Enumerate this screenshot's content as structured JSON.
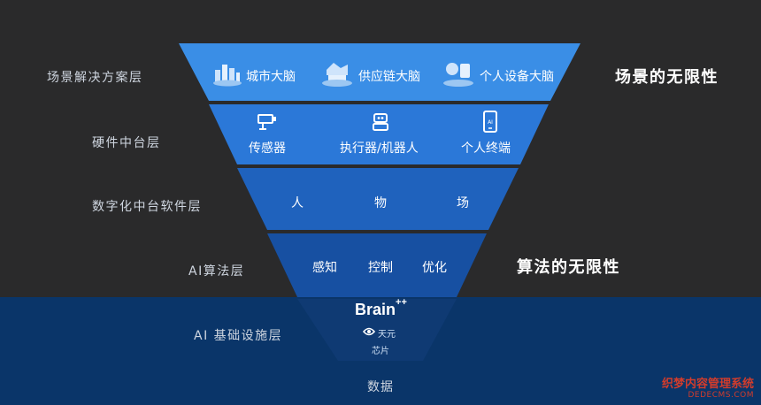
{
  "layers_left": [
    {
      "label": "场景解决方案层"
    },
    {
      "label": "硬件中台层"
    },
    {
      "label": "数字化中台软件层"
    },
    {
      "label": "AI算法层"
    },
    {
      "label": "AI 基础设施层"
    }
  ],
  "right_labels": {
    "scene": "场景的无限性",
    "algo": "算法的无限性"
  },
  "scene_items": [
    "城市大脑",
    "供应链大脑",
    "个人设备大脑"
  ],
  "hardware_items": [
    "传感器",
    "执行器/机器人",
    "个人终端"
  ],
  "software_items": [
    "人",
    "物",
    "场"
  ],
  "algo_items": [
    "感知",
    "控制",
    "优化"
  ],
  "infra": {
    "brand": "Brain",
    "brand_sup": "++",
    "chip_logo": "天元",
    "chip": "芯片"
  },
  "bottom": "数据",
  "colors": {
    "layer1": "#3a8ee6",
    "layer2": "#2b78d8",
    "layer3": "#1f62bd",
    "layer4": "#1750a2",
    "layer5": "#0f3a73",
    "bottom_bg": "#0a3569"
  },
  "watermark": {
    "line1": "织梦内容管理系统",
    "line2": "DEDECMS.COM"
  }
}
